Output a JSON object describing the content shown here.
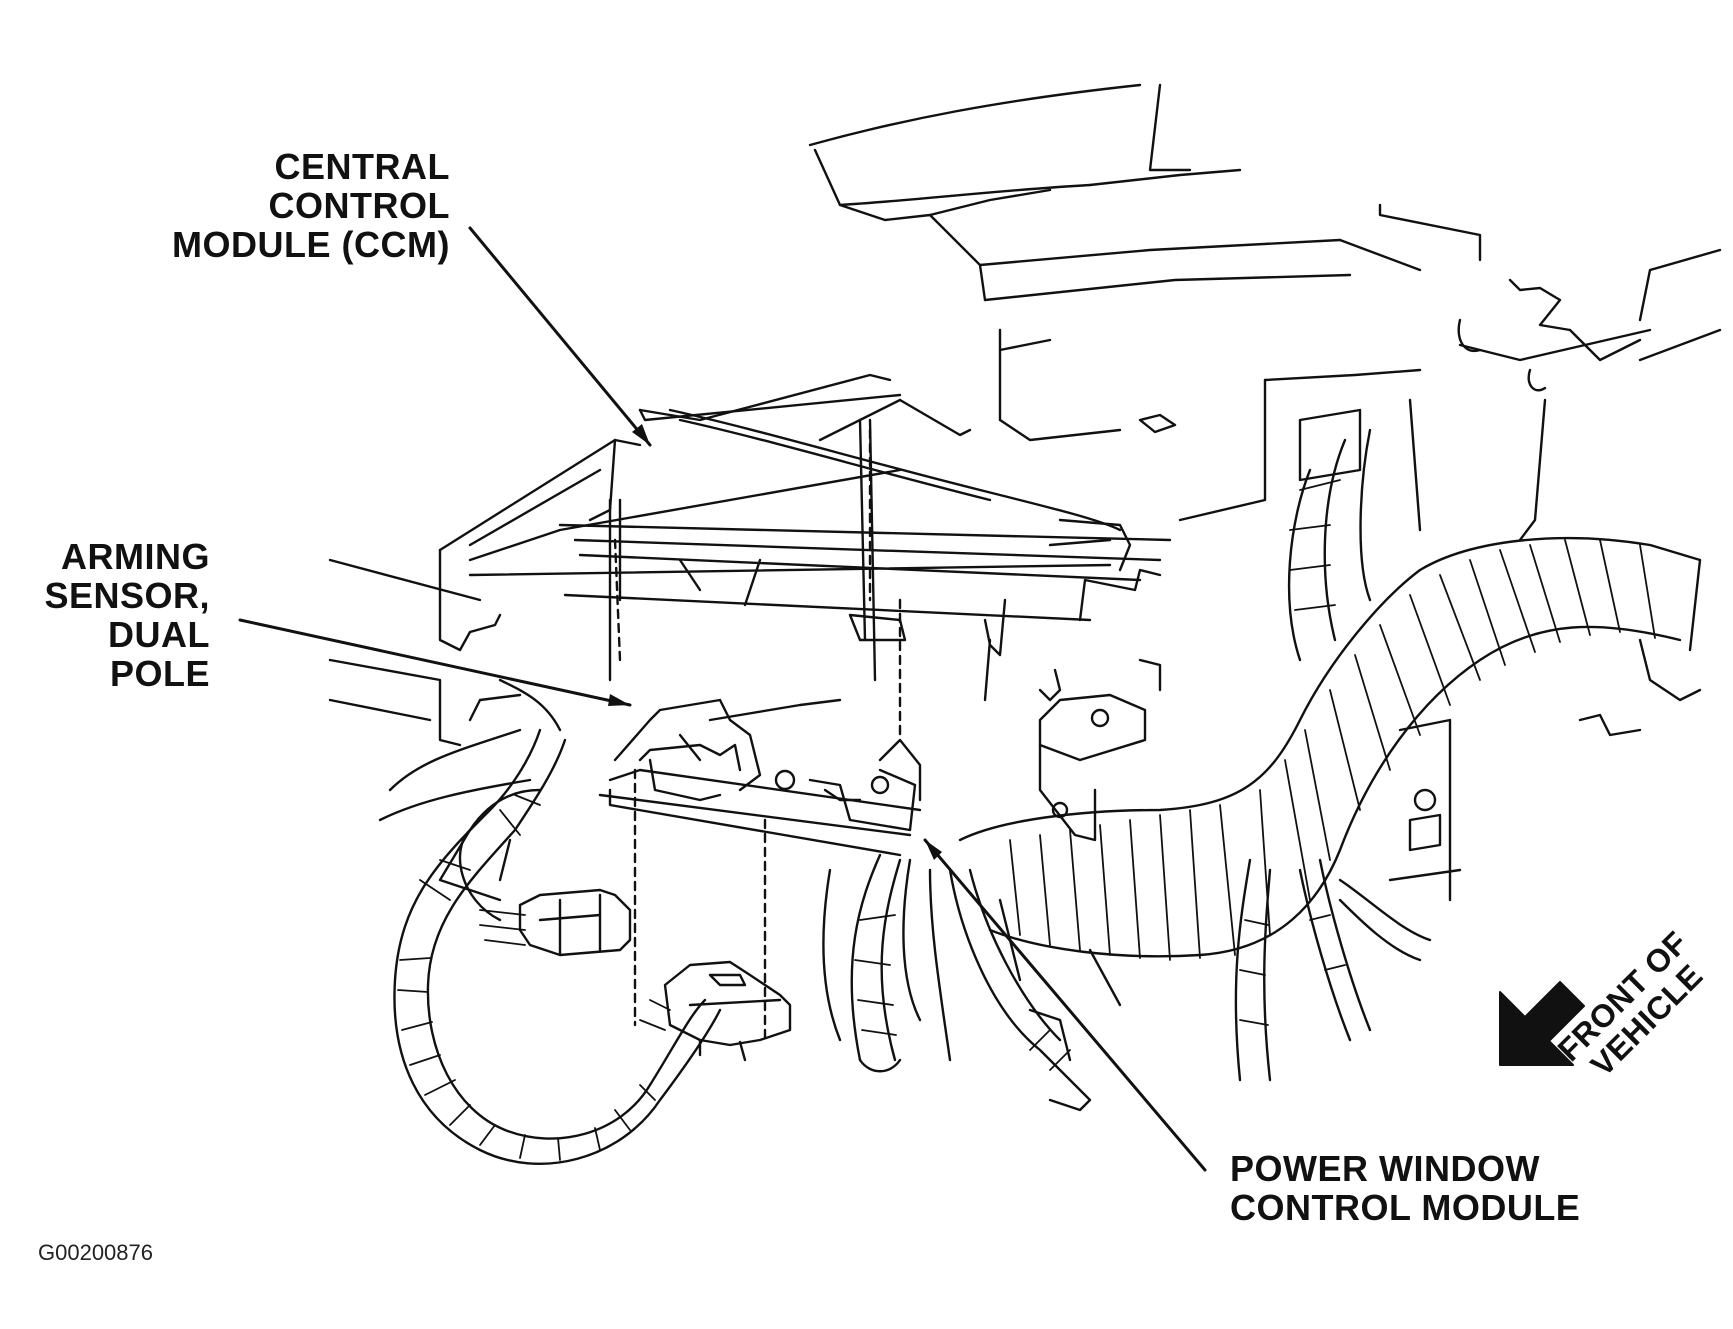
{
  "labels": {
    "ccm": "CENTRAL\nCONTROL\nMODULE (CCM)",
    "arming_sensor": "ARMING\nSENSOR,\nDUAL\nPOLE",
    "pwcm": "POWER WINDOW\nCONTROL MODULE",
    "front_of_vehicle": "FRONT OF\nVEHICLE"
  },
  "figure_id": "G00200876",
  "colors": {
    "ink": "#111111",
    "paper": "#ffffff"
  },
  "icons": {
    "front_arrow": "arrow-down-left-icon"
  }
}
